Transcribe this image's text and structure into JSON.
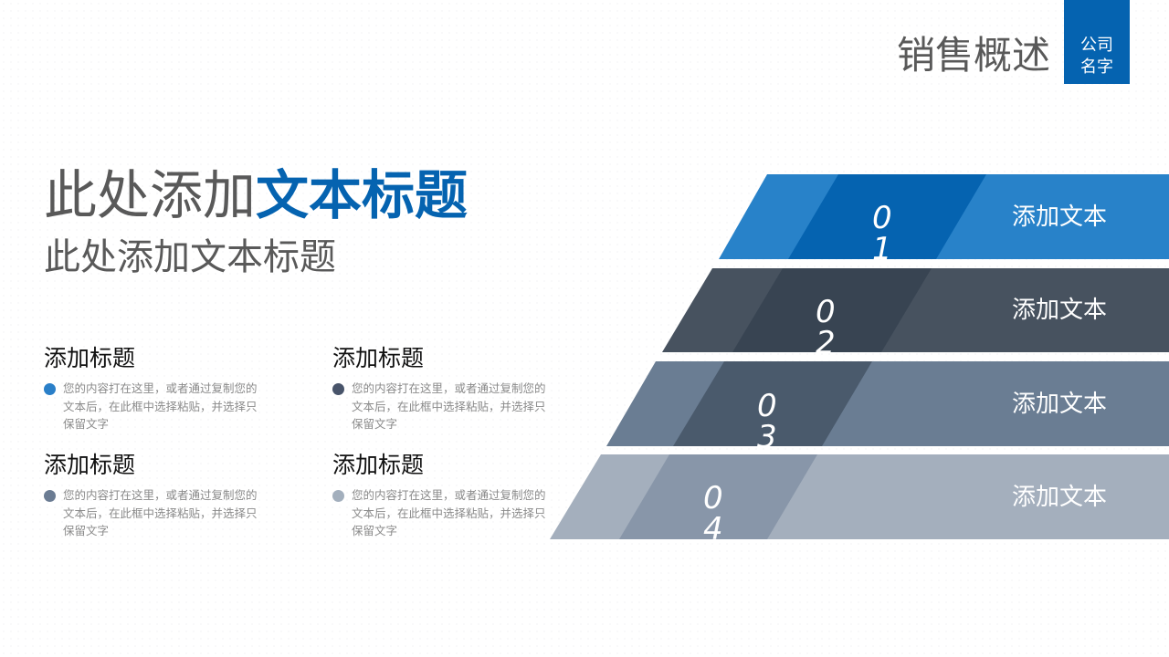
{
  "header": {
    "title": "销售概述",
    "company": {
      "line1": "公司",
      "line2": "名字"
    }
  },
  "main": {
    "title_plain": "此处添加",
    "title_highlight": "文本标题",
    "subtitle": "此处添加文本标题"
  },
  "items": [
    {
      "title": "添加标题",
      "body": "您的内容打在这里，或者通过复制您的文本后，在此框中选择粘贴，并选择只保留文字",
      "bullet_color": "#2a7fc8"
    },
    {
      "title": "添加标题",
      "body": "您的内容打在这里，或者通过复制您的文本后，在此框中选择粘贴，并选择只保留文字",
      "bullet_color": "#48546a"
    },
    {
      "title": "添加标题",
      "body": "您的内容打在这里，或者通过复制您的文本后，在此框中选择粘贴，并选择只保留文字",
      "bullet_color": "#6b7c93"
    },
    {
      "title": "添加标题",
      "body": "您的内容打在这里，或者通过复制您的文本后，在此框中选择粘贴，并选择只保留文字",
      "bullet_color": "#a3afbd"
    }
  ],
  "bands": [
    {
      "number": "01",
      "label": "添加文本",
      "color": "#2882c9",
      "dark": "#0563b0"
    },
    {
      "number": "02",
      "label": "添加文本",
      "color": "#47525f",
      "dark": "#384452"
    },
    {
      "number": "03",
      "label": "添加文本",
      "color": "#6a7d93",
      "dark": "#4a5a6c"
    },
    {
      "number": "04",
      "label": "添加文本",
      "color": "#a4afbd",
      "dark": "#8896a9"
    }
  ],
  "colors": {
    "accent": "#0563b0",
    "text": "#595959"
  }
}
